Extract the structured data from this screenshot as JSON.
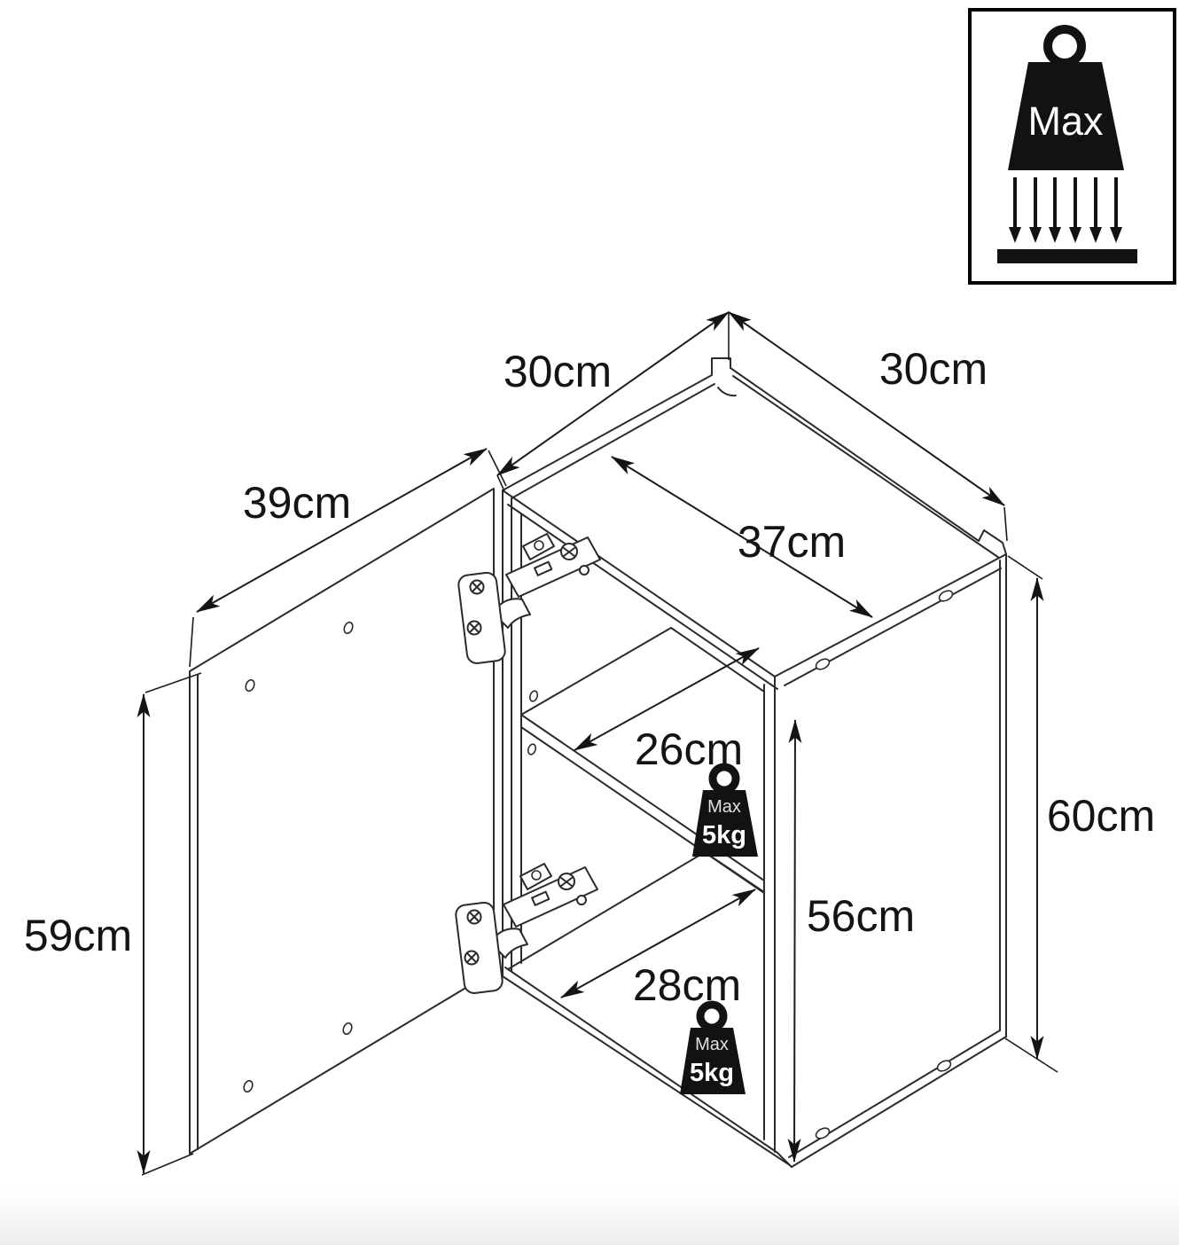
{
  "diagram": {
    "type": "furniture-dimension-drawing",
    "subject": "wall-cabinet-with-open-door-two-shelves-and-hinges",
    "colors": {
      "background": "#ffffff",
      "line": "#2b2b2b",
      "arrow": "#141414",
      "badge_bg": "#121212",
      "badge_label_text": "#e0e0e0",
      "badge_value_text": "#ffffff"
    },
    "dimensions": {
      "top_left_depth": "30cm",
      "top_right_width": "30cm",
      "door_width": "39cm",
      "inner_width": "37cm",
      "middle_shelf_depth": "26cm",
      "bottom_shelf_depth": "28cm",
      "door_height": "59cm",
      "inner_height": "56cm",
      "side_height": "60cm"
    },
    "shelf_load_badges": [
      {
        "label": "Max",
        "value": "5kg"
      },
      {
        "label": "Max",
        "value": "5kg"
      }
    ],
    "corner_icon": {
      "label": "Max"
    }
  }
}
